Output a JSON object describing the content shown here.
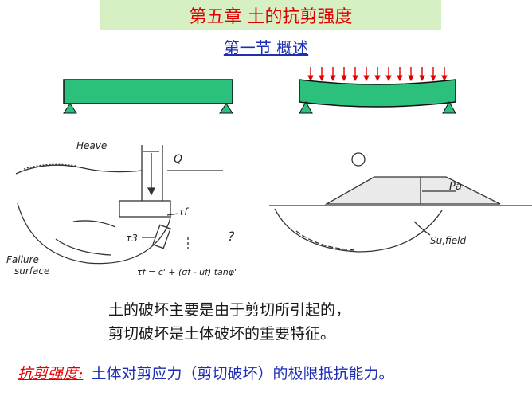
{
  "slide": {
    "chapter_title": "第五章  土的抗剪强度",
    "section_title": "第一节  概述",
    "body_lines": [
      "土的破坏主要是由于剪切所引起的，",
      "剪切破坏是土体破坏的重要特征。"
    ],
    "definition": {
      "term": "抗剪强度:",
      "content": "土体对剪应力（剪切破坏）的极限抵抗能力。"
    }
  },
  "sketch_left": {
    "heave": "Heave",
    "load": "Q",
    "tau_f": "τf",
    "tau_3": "τ3",
    "failure_surface_1": "Failure",
    "failure_surface_2": "surface",
    "equation": "τf = c' + (σf - uf) tanφ'",
    "question": "?"
  },
  "sketch_right": {
    "load": "Pa",
    "field": "Su,field"
  },
  "colors": {
    "beam": "#2bc07c",
    "support": "#2bc07c",
    "arrows": "#e00000",
    "chapter_bg": "#d6f0c4",
    "chapter_text": "#e00000",
    "section_text": "#1f2fb3",
    "term_text": "#e00000",
    "content_text": "#1f2fb3"
  }
}
